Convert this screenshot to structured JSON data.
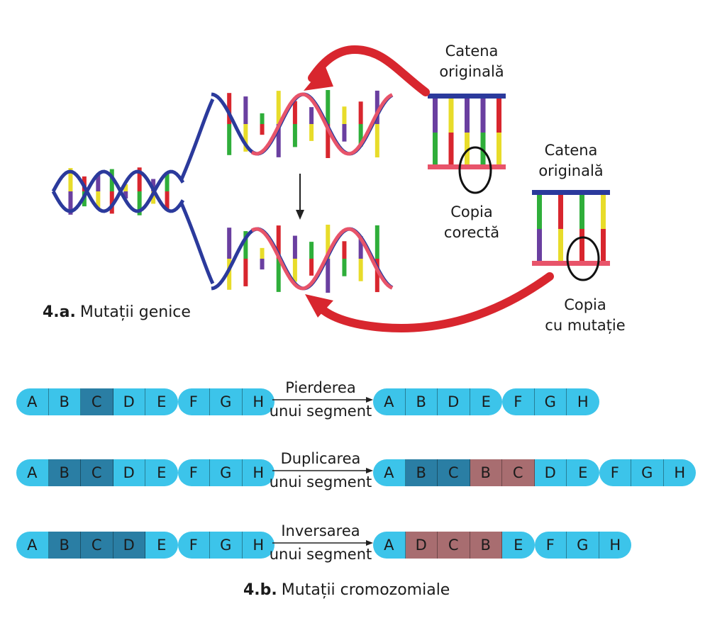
{
  "part_a": {
    "caption_num": "4.a.",
    "caption_text": "Mutații genice",
    "top_label_original": [
      "Catena",
      "originală"
    ],
    "top_label_copy": [
      "Copia",
      "corectă"
    ],
    "right_label_original": [
      "Catena",
      "originală"
    ],
    "right_label_copy": [
      "Copia",
      "cu mutație"
    ],
    "colors": {
      "backbone_blue": "#2b3a9c",
      "backbone_red": "#e8546a",
      "arrow_red": "#d8262e",
      "bases": [
        "#2fae3a",
        "#e8dc2a",
        "#d8262e",
        "#6a3fa0"
      ]
    }
  },
  "part_b": {
    "caption_num": "4.b.",
    "caption_text": "Mutații cromozomiale",
    "colors": {
      "light": "#3cc4ea",
      "dark": "#2a7ea4",
      "mauve": "#a86d70"
    },
    "rows": [
      {
        "label": [
          "Pierderea",
          "unui segment"
        ],
        "before": [
          {
            "t": "A",
            "c": "light"
          },
          {
            "t": "B",
            "c": "light"
          },
          {
            "t": "C",
            "c": "dark"
          },
          {
            "t": "D",
            "c": "light"
          },
          {
            "t": "E",
            "c": "light"
          },
          {
            "t": "F",
            "c": "light"
          },
          {
            "t": "G",
            "c": "light"
          },
          {
            "t": "H",
            "c": "light"
          }
        ],
        "after": [
          {
            "t": "A",
            "c": "light"
          },
          {
            "t": "B",
            "c": "light"
          },
          {
            "t": "D",
            "c": "light"
          },
          {
            "t": "E",
            "c": "light"
          },
          {
            "t": "F",
            "c": "light"
          },
          {
            "t": "G",
            "c": "light"
          },
          {
            "t": "H",
            "c": "light"
          }
        ]
      },
      {
        "label": [
          "Duplicarea",
          "unui segment"
        ],
        "before": [
          {
            "t": "A",
            "c": "light"
          },
          {
            "t": "B",
            "c": "dark"
          },
          {
            "t": "C",
            "c": "dark"
          },
          {
            "t": "D",
            "c": "light"
          },
          {
            "t": "E",
            "c": "light"
          },
          {
            "t": "F",
            "c": "light"
          },
          {
            "t": "G",
            "c": "light"
          },
          {
            "t": "H",
            "c": "light"
          }
        ],
        "after": [
          {
            "t": "A",
            "c": "light"
          },
          {
            "t": "B",
            "c": "dark"
          },
          {
            "t": "C",
            "c": "dark"
          },
          {
            "t": "B",
            "c": "mauve"
          },
          {
            "t": "C",
            "c": "mauve"
          },
          {
            "t": "D",
            "c": "light"
          },
          {
            "t": "E",
            "c": "light"
          },
          {
            "t": "F",
            "c": "light"
          },
          {
            "t": "G",
            "c": "light"
          },
          {
            "t": "H",
            "c": "light"
          }
        ]
      },
      {
        "label": [
          "Inversarea",
          "unui segment"
        ],
        "before": [
          {
            "t": "A",
            "c": "light"
          },
          {
            "t": "B",
            "c": "dark"
          },
          {
            "t": "C",
            "c": "dark"
          },
          {
            "t": "D",
            "c": "dark"
          },
          {
            "t": "E",
            "c": "light"
          },
          {
            "t": "F",
            "c": "light"
          },
          {
            "t": "G",
            "c": "light"
          },
          {
            "t": "H",
            "c": "light"
          }
        ],
        "after": [
          {
            "t": "A",
            "c": "light"
          },
          {
            "t": "D",
            "c": "mauve"
          },
          {
            "t": "C",
            "c": "mauve"
          },
          {
            "t": "B",
            "c": "mauve"
          },
          {
            "t": "E",
            "c": "light"
          },
          {
            "t": "F",
            "c": "light"
          },
          {
            "t": "G",
            "c": "light"
          },
          {
            "t": "H",
            "c": "light"
          }
        ]
      }
    ]
  }
}
